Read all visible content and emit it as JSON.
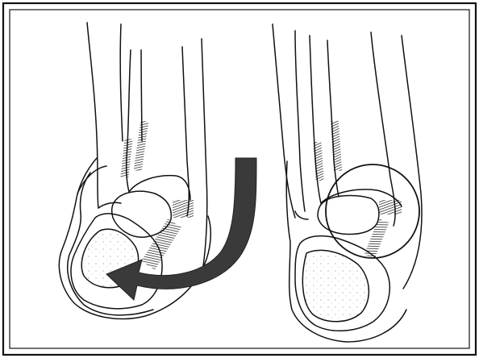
{
  "figure": {
    "left_panel": {
      "icon": "ankle-inversion-mechanism",
      "arrow_icon": "curved-rotation-arrow"
    },
    "right_panel": {
      "icon": "ankle-fracture-highlight",
      "highlight_icon": "circle-highlight"
    }
  },
  "colors": {
    "line": "#111111",
    "arrow": "#3a3a3a",
    "background": "#ffffff"
  }
}
